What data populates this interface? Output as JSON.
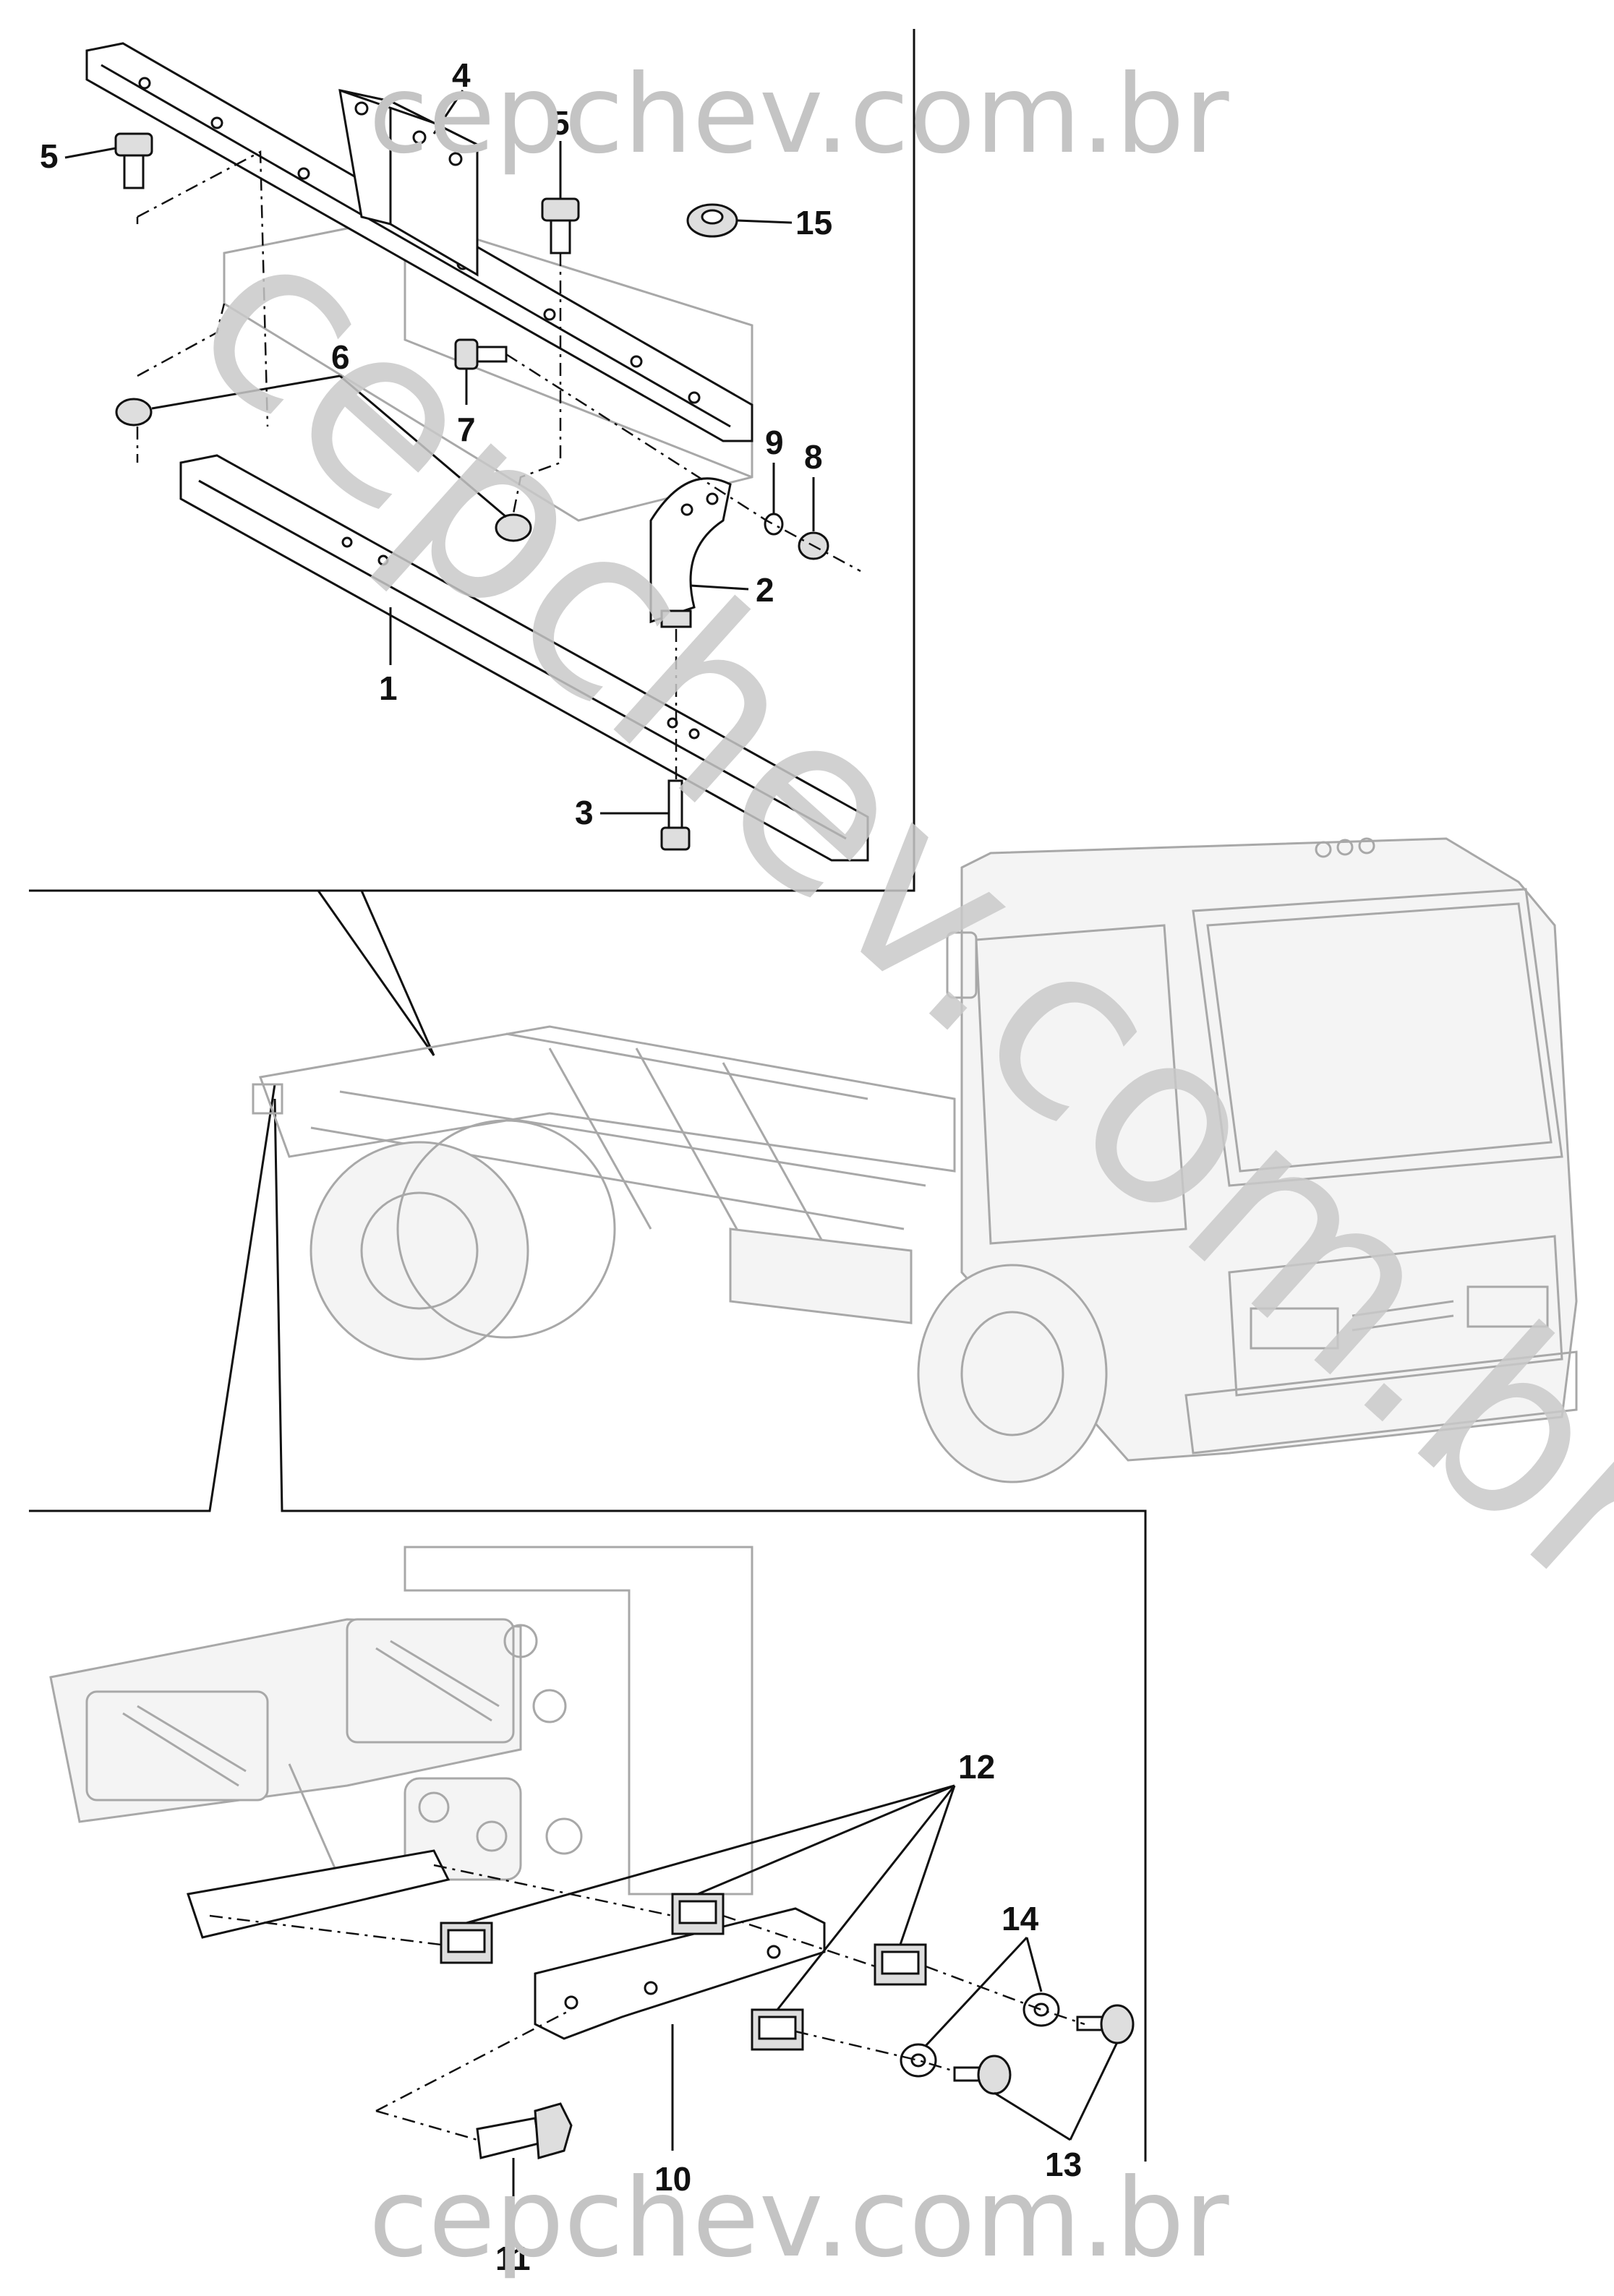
{
  "watermark": {
    "top": "cepchev.com.br",
    "bottom": "cepchev.com.br",
    "diagonal": "cepchev.com.br"
  },
  "callouts": {
    "c1": "1",
    "c2": "2",
    "c3": "3",
    "c4": "4",
    "c5a": "5",
    "c5b": "5",
    "c6": "6",
    "c7": "7",
    "c8": "8",
    "c9": "9",
    "c10": "10",
    "c11": "11",
    "c12": "12",
    "c13": "13",
    "c14": "14",
    "c15": "15"
  },
  "colors": {
    "ink": "#111111",
    "ghost": "#a8a8a8",
    "watermark": "#c4c4c4"
  }
}
